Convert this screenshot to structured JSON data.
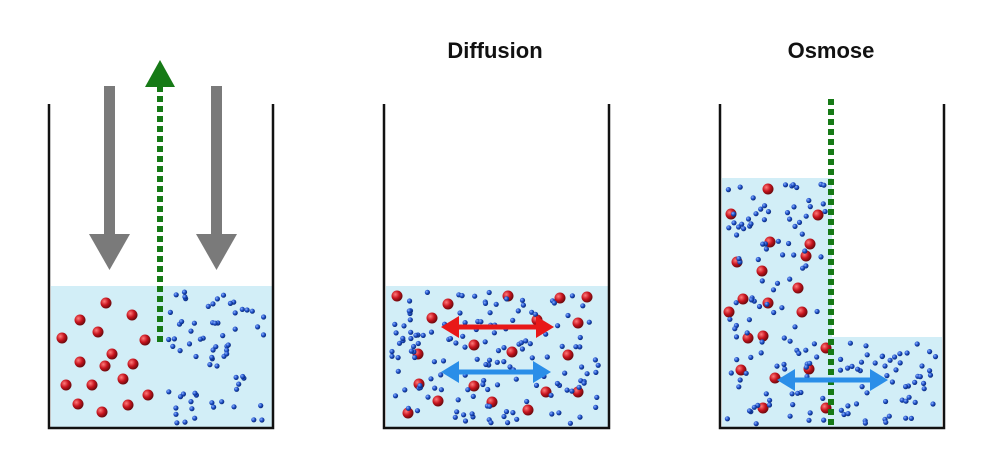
{
  "panels": [
    {
      "id": "initial",
      "title": ""
    },
    {
      "id": "diffusion",
      "title": "Diffusion"
    },
    {
      "id": "osmosis",
      "title": "Osmose"
    }
  ],
  "colors": {
    "background": "#ffffff",
    "water": "#d2eef7",
    "container_outline": "#111111",
    "large_particle": "#c8141e",
    "small_particle": "#1e50c8",
    "membrane": "#167a16",
    "gravity_arrow": "#7a7a7a",
    "diffusion_large_arrow": "#e81818",
    "diffusion_small_arrow": "#2a8ee8",
    "osmosis_arrow": "#2a8ee8"
  },
  "icons": {
    "membrane": "dotted-line-icon",
    "gravity": "down-arrow-icon",
    "exchange": "double-arrow-icon"
  }
}
